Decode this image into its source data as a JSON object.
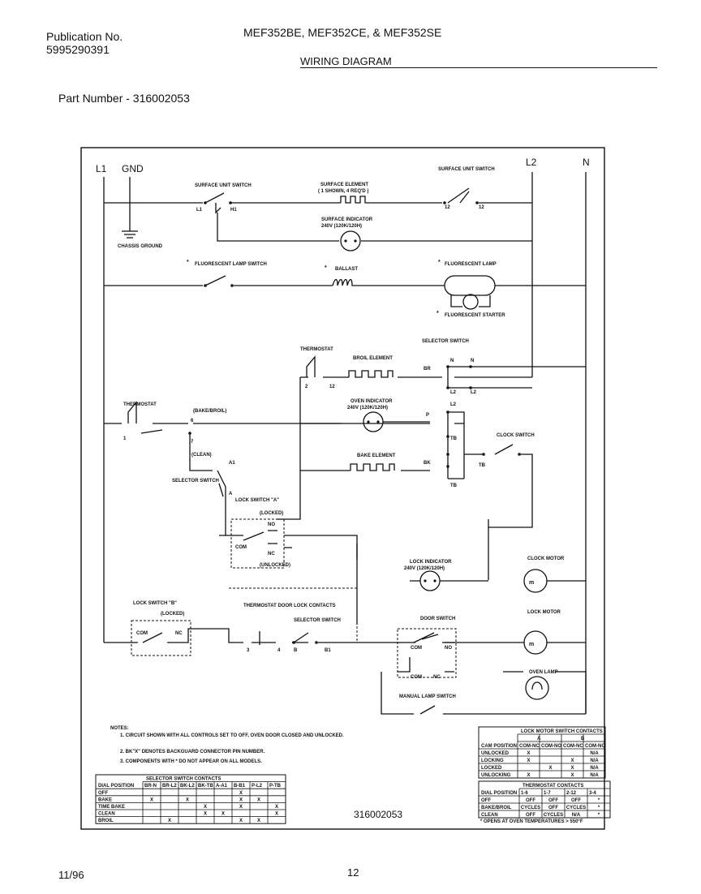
{
  "header": {
    "publication_label": "Publication No.",
    "publication_number": "5995290391",
    "models": "MEF352BE, MEF352CE, & MEF352SE",
    "title": "WIRING DIAGRAM",
    "part_number": "Part Number - 316002053"
  },
  "terminals": {
    "l1": "L1",
    "gnd": "GND",
    "l2": "L2",
    "n": "N"
  },
  "components": {
    "surface_unit_switch_left": "SURFACE UNIT SWITCH",
    "surface_unit_switch_right": "SURFACE UNIT SWITCH",
    "surface_element": "SURFACE ELEMENT",
    "surface_element_note": "( 1 SHOWN, 4 REQ'D )",
    "surface_indicator": "SURFACE INDICATOR",
    "surface_indicator_rating": "240V (120K/120H)",
    "chassis_ground": "CHASSIS GROUND",
    "fluorescent_lamp_switch": "FLUORESCENT LAMP SWITCH",
    "ballast": "BALLAST",
    "fluorescent_lamp": "FLUORESCENT LAMP",
    "fluorescent_starter": "FLUORESCENT STARTER",
    "thermostat_top": "THERMOSTAT",
    "broil_element": "BROIL ELEMENT",
    "selector_switch_top": "SELECTOR SWITCH",
    "thermostat_left": "THERMOSTAT",
    "bake_broil": "(BAKE/BROIL)",
    "clean": "(CLEAN)",
    "oven_indicator": "OVEN INDICATOR",
    "oven_indicator_rating": "240V (120K/120H)",
    "clock_switch": "CLOCK SWITCH",
    "bake_element": "BAKE ELEMENT",
    "selector_switch_mid": "SELECTOR SWITCH",
    "lock_switch_a": "LOCK SWITCH \"A\"",
    "locked": "(LOCKED)",
    "unlocked": "(UNLOCKED)",
    "lock_indicator": "LOCK INDICATOR",
    "lock_indicator_rating": "240V (120K/120H)",
    "clock_motor": "CLOCK MOTOR",
    "lock_switch_b": "LOCK SWITCH \"B\"",
    "locked_b": "(LOCKED)",
    "thermostat_door_lock": "THERMOSTAT DOOR LOCK CONTACTS",
    "selector_switch_low": "SELECTOR SWITCH",
    "door_switch": "DOOR SWITCH",
    "lock_motor": "LOCK MOTOR",
    "oven_lamp": "OVEN LAMP",
    "manual_lamp_switch": "MANUAL LAMP SWITCH"
  },
  "wire_labels": {
    "l1_sw": "L1",
    "h1_sw": "H1",
    "sw_12": "12",
    "sw_12b": "12",
    "th_2": "2",
    "th_12": "12",
    "br": "BR",
    "n_a": "N",
    "n_b": "N",
    "l2_a": "L2",
    "l2_b": "L2",
    "t1": "1",
    "t6": "6",
    "t7": "7",
    "a1": "A1",
    "a": "A",
    "p": "P",
    "tb1": "TB",
    "l2_c": "L2",
    "bk": "BK",
    "tb2": "TB",
    "tb3": "TB",
    "no": "NO",
    "nc": "NC",
    "com": "COM",
    "com_b": "COM",
    "nc_b": "NC",
    "c3": "3",
    "c4": "4",
    "s_b": "B",
    "b1": "B1",
    "com_d": "COM",
    "no_d": "NO",
    "com_e": "COM",
    "nc_e": "NC"
  },
  "notes": {
    "heading": "NOTES:",
    "items": [
      "1. CIRCUIT SHOWN WITH ALL CONTROLS SET TO OFF, OVEN DOOR CLOSED AND UNLOCKED.",
      "2. BK\"X\" DENOTES BACKGUARD CONNECTOR PIN NUMBER.",
      "3. COMPONENTS WITH * DO NOT APPEAR ON ALL MODELS."
    ]
  },
  "selector_table": {
    "title": "SELECTOR SWITCH CONTACTS",
    "row_header": "DIAL POSITION",
    "columns": [
      "BR-N",
      "BR-L2",
      "BK-L2",
      "BK-TB",
      "A-A1",
      "B-B1",
      "P-L2",
      "P-TB"
    ],
    "rows": [
      {
        "label": "OFF",
        "cells": [
          "",
          "",
          "",
          "",
          "",
          "X",
          "",
          ""
        ]
      },
      {
        "label": "BAKE",
        "cells": [
          "X",
          "",
          "X",
          "",
          "",
          "X",
          "X",
          ""
        ]
      },
      {
        "label": "TIME BAKE",
        "cells": [
          "",
          "",
          "",
          "X",
          "",
          "X",
          "",
          "X"
        ]
      },
      {
        "label": "CLEAN",
        "cells": [
          "",
          "",
          "",
          "X",
          "X",
          "",
          "",
          "X"
        ]
      },
      {
        "label": "BROIL",
        "cells": [
          "",
          "X",
          "",
          "",
          "",
          "X",
          "X",
          ""
        ]
      }
    ]
  },
  "lock_table": {
    "title": "LOCK MOTOR SWITCH CONTACTS",
    "row_header": "CAM POSITION",
    "groups": [
      "A",
      "B"
    ],
    "columns": [
      "COM-NC",
      "COM-NO",
      "COM-NC",
      "COM-NO"
    ],
    "rows": [
      {
        "label": "UNLOCKED",
        "cells": [
          "X",
          "",
          "",
          "N/A"
        ]
      },
      {
        "label": "LOCKING",
        "cells": [
          "X",
          "",
          "X",
          "N/A"
        ]
      },
      {
        "label": "LOCKED",
        "cells": [
          "",
          "X",
          "X",
          "N/A"
        ]
      },
      {
        "label": "UNLOCKING",
        "cells": [
          "X",
          "",
          "X",
          "N/A"
        ]
      }
    ]
  },
  "thermostat_table": {
    "title": "THERMOSTAT CONTACTS",
    "row_header": "DIAL POSITION",
    "columns": [
      "1-6",
      "1-7",
      "2-12",
      "3-4"
    ],
    "rows": [
      {
        "label": "OFF",
        "cells": [
          "OFF",
          "OFF",
          "OFF",
          "*"
        ]
      },
      {
        "label": "BAKE/BROIL",
        "cells": [
          "CYCLES",
          "OFF",
          "CYCLES",
          "*"
        ]
      },
      {
        "label": "CLEAN",
        "cells": [
          "OFF",
          "CYCLES",
          "N/A",
          "*"
        ]
      }
    ],
    "footnote": "* OPENS AT OVEN TEMPERATURES > 550°F"
  },
  "diagram_part_number": "316002053",
  "footer": {
    "date": "11/96",
    "page": "12"
  }
}
